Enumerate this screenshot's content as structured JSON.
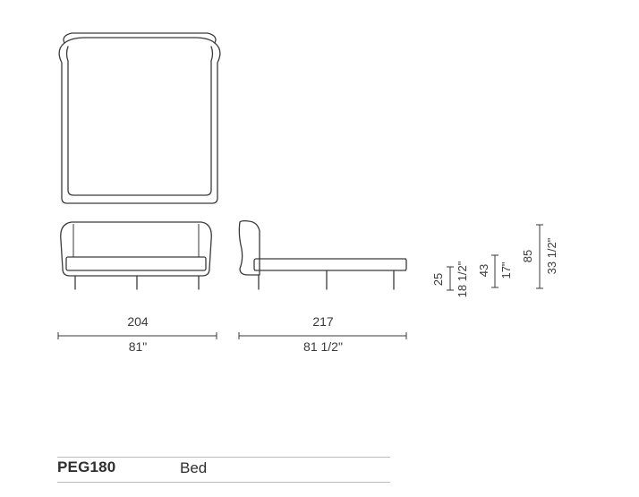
{
  "dimensions": {
    "width_cm": "204",
    "width_in": "81\"",
    "length_cm": "217",
    "length_in": "81 1/2\"",
    "frame_height_cm": "25",
    "frame_height_in": "18 1/2\"",
    "seat_height_cm": "43",
    "seat_height_in": "17\"",
    "total_height_cm": "85",
    "total_height_in": "33 1/2\""
  },
  "footer": {
    "code": "PEG180",
    "type": "Bed"
  }
}
